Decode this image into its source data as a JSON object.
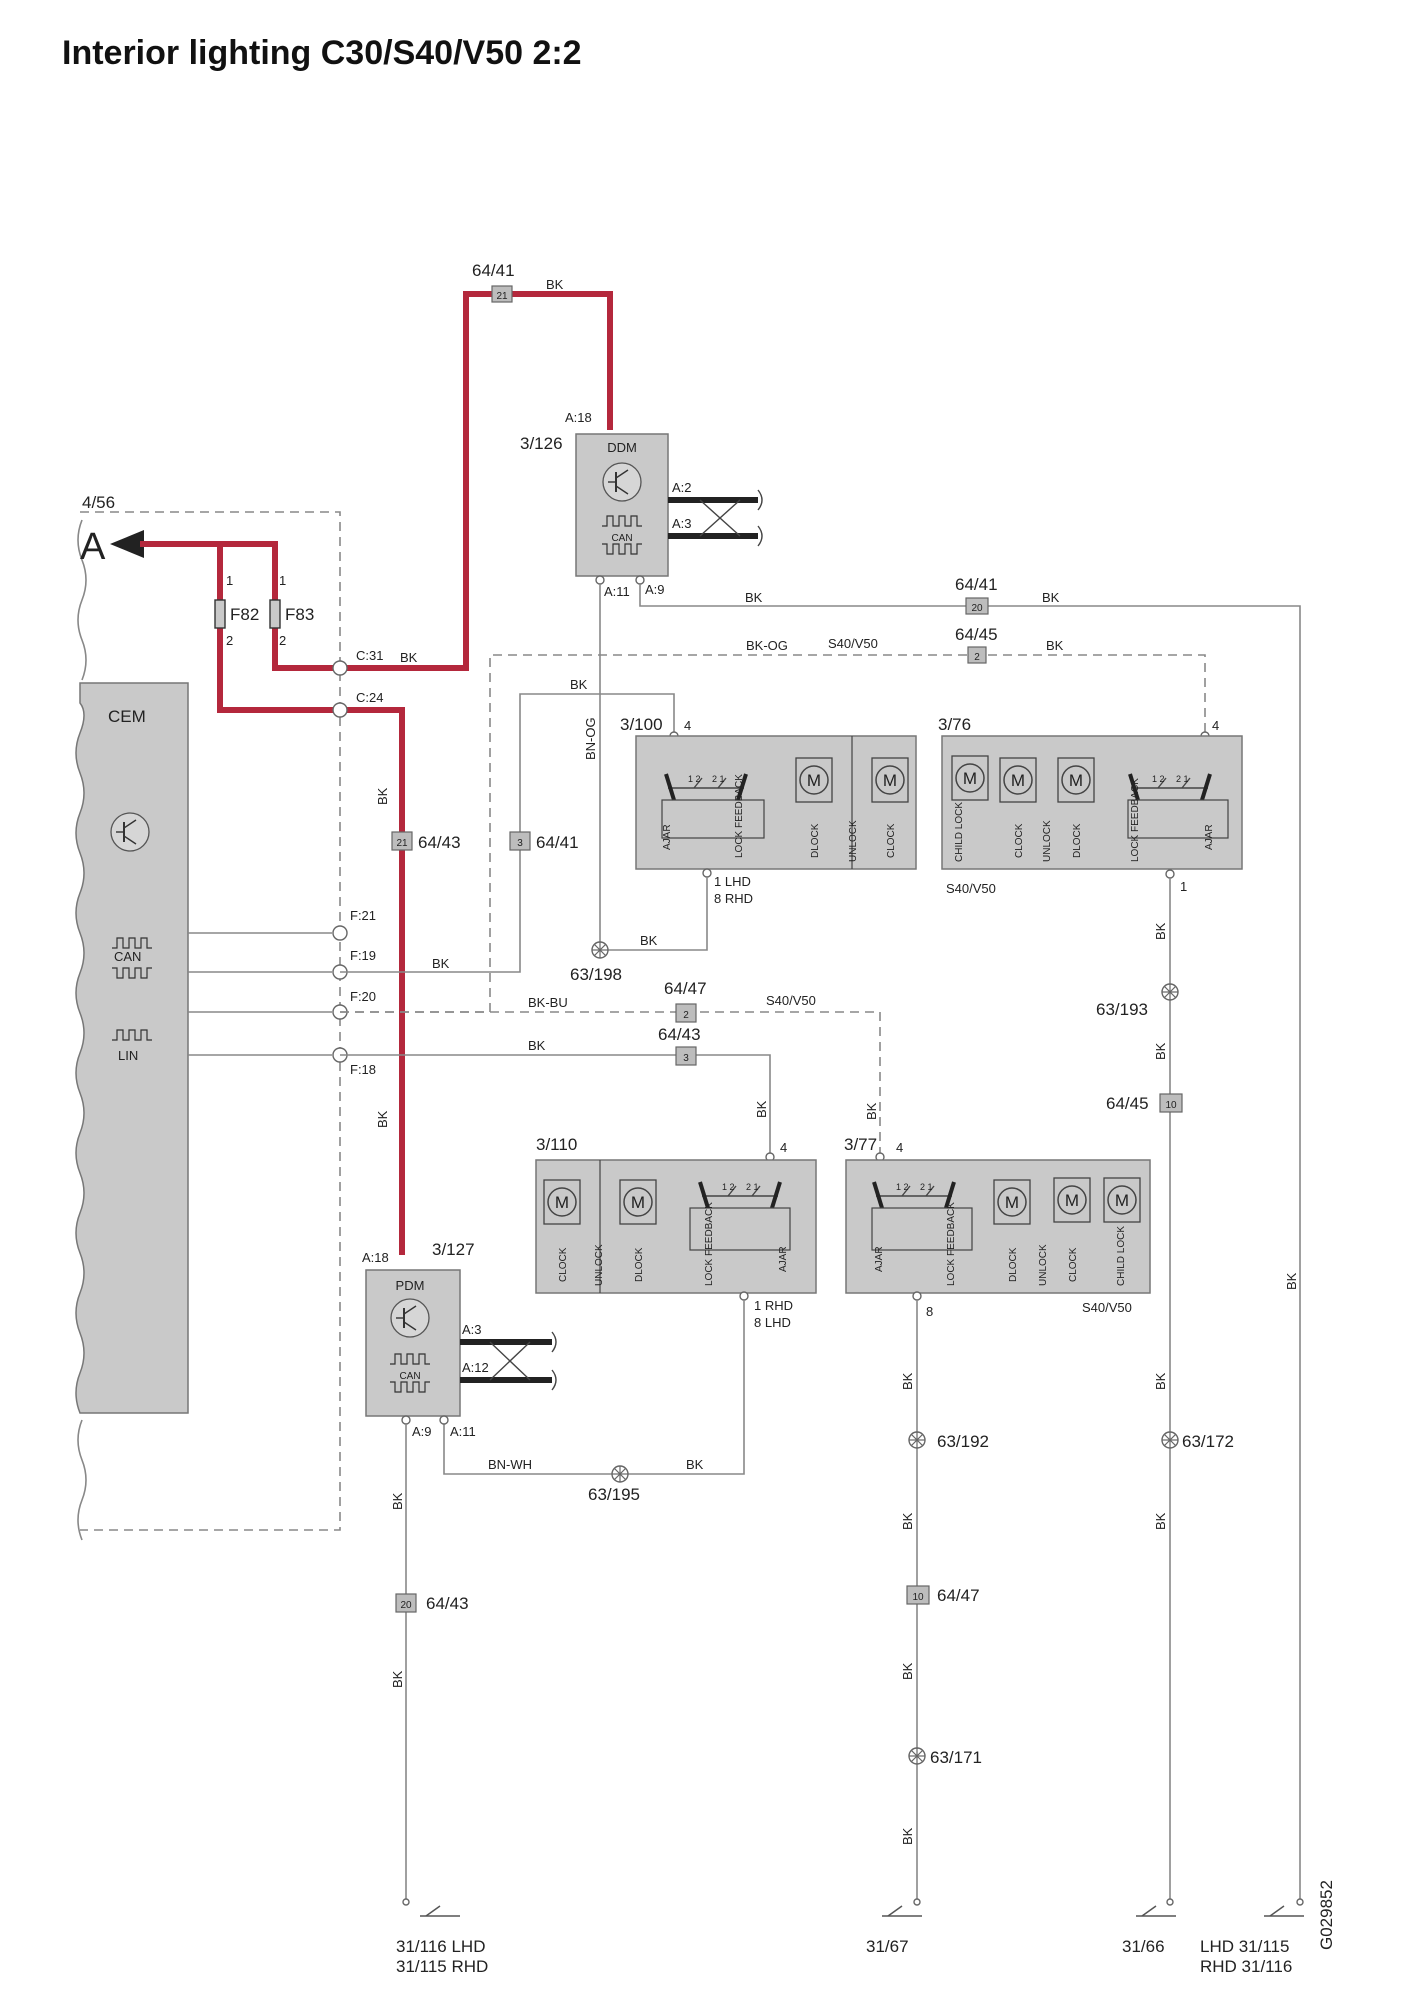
{
  "title": "Interior lighting C30/S40/V50 2:2",
  "drawing_id": "G029852",
  "arrow_label": "A",
  "modules": {
    "cem": {
      "id": "4/56",
      "name": "CEM",
      "can": "CAN",
      "lin": "LIN",
      "pins": [
        "C:31",
        "C:24",
        "F:21",
        "F:19",
        "F:20",
        "F:18"
      ]
    },
    "ddm": {
      "id": "3/126",
      "name": "DDM",
      "can": "CAN",
      "pins": [
        "A:18",
        "A:2",
        "A:3",
        "A:11",
        "A:9"
      ]
    },
    "pdm": {
      "id": "3/127",
      "name": "PDM",
      "can": "CAN",
      "pins": [
        "A:18",
        "A:3",
        "A:12",
        "A:9",
        "A:11"
      ]
    }
  },
  "fuses": [
    {
      "name": "F82",
      "pin_top": "1",
      "pin_bottom": "2"
    },
    {
      "name": "F83",
      "pin_top": "1",
      "pin_bottom": "2"
    }
  ],
  "locks": [
    {
      "id": "3/100",
      "pin_in": "4",
      "pin_out": "1  LHD",
      "pin_out2": "8  RHD",
      "note": "",
      "labels": [
        "AJAR",
        "LOCK FEEDBACK",
        "DLOCK",
        "UNLOCK",
        "CLOCK"
      ]
    },
    {
      "id": "3/76",
      "pin_in": "4",
      "pin_out": "1",
      "pin_out2": "",
      "note": "S40/V50",
      "labels": [
        "CHILD LOCK",
        "CLOCK",
        "UNLOCK",
        "DLOCK",
        "LOCK FEEDBACK",
        "AJAR"
      ]
    },
    {
      "id": "3/110",
      "pin_in": "4",
      "pin_out": "1  RHD",
      "pin_out2": "8  LHD",
      "note": "",
      "labels": [
        "CLOCK",
        "UNLOCK",
        "DLOCK",
        "LOCK FEEDBACK",
        "AJAR"
      ]
    },
    {
      "id": "3/77",
      "pin_in": "4",
      "pin_out": "8",
      "pin_out2": "",
      "note": "S40/V50",
      "labels": [
        "AJAR",
        "LOCK FEEDBACK",
        "DLOCK",
        "UNLOCK",
        "CLOCK",
        "CHILD LOCK"
      ]
    }
  ],
  "connectors": {
    "c_64_41_top": {
      "id": "64/41",
      "pin": "21"
    },
    "c_64_41_right": {
      "id": "64/41",
      "pin": "20"
    },
    "c_64_45_top": {
      "id": "64/45",
      "pin": "2"
    },
    "c_64_43_left": {
      "id": "64/43",
      "pin": "21"
    },
    "c_64_41_mid": {
      "id": "64/41",
      "pin": "3"
    },
    "c_64_47_mid": {
      "id": "64/47",
      "pin": "2"
    },
    "c_64_43_mid": {
      "id": "64/43",
      "pin": "3"
    },
    "c_64_45_right": {
      "id": "64/45",
      "pin": "10"
    },
    "c_64_43_low": {
      "id": "64/43",
      "pin": "20"
    },
    "c_64_47_low": {
      "id": "64/47",
      "pin": "10"
    }
  },
  "splices": [
    "63/198",
    "63/193",
    "63/195",
    "63/192",
    "63/172",
    "63/171"
  ],
  "grounds": [
    {
      "line1": "31/116 LHD",
      "line2": "31/115 RHD"
    },
    {
      "line1": "31/67",
      "line2": ""
    },
    {
      "line1": "31/66",
      "line2": ""
    },
    {
      "line1": "LHD 31/115",
      "line2": "RHD 31/116"
    }
  ],
  "wire_colors": {
    "bk": "BK",
    "bk_og": "BK-OG",
    "bn_og": "BN-OG",
    "bk_bu": "BK-BU",
    "bn_wh": "BN-WH"
  },
  "variant_note": "S40/V50",
  "colors": {
    "highlight": "#b4283c",
    "module": "#c9c9c9",
    "wire": "#888888"
  }
}
